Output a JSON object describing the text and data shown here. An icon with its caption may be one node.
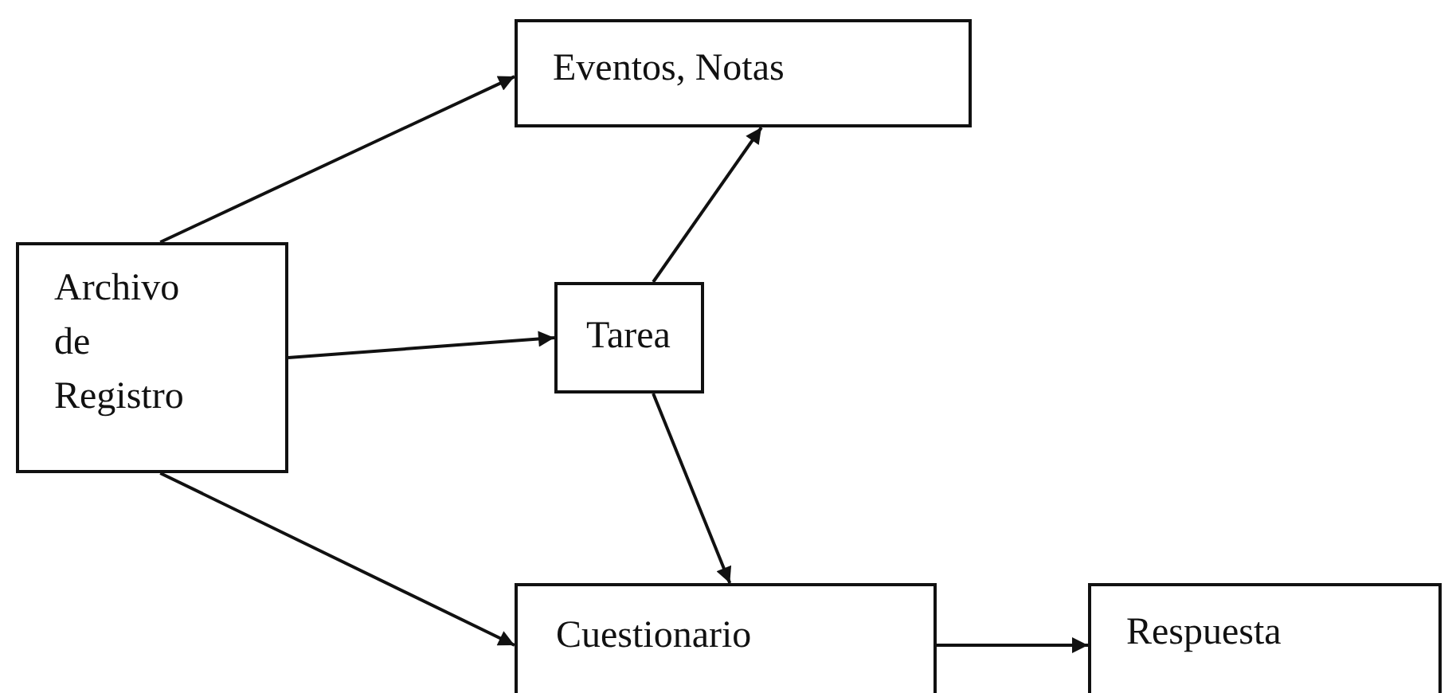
{
  "diagram": {
    "nodes": [
      {
        "text": [
          "Archivo de Registro"
        ]
      },
      {
        "text": [
          "Eventos, Notas"
        ]
      },
      {
        "text": [
          "Tarea"
        ]
      },
      {
        "text": [
          "Cuestionario"
        ]
      },
      {
        "text": [
          "Respuesta"
        ]
      }
    ],
    "edges": [
      {
        "from": 0,
        "to": 1,
        "arrow": "to"
      },
      {
        "from": 0,
        "to": 2,
        "arrow": "to"
      },
      {
        "from": 0,
        "to": 3,
        "arrow": "to"
      },
      {
        "from": 2,
        "to": 1,
        "arrow": "to"
      },
      {
        "from": 2,
        "to": 3,
        "arrow": "to"
      },
      {
        "from": 3,
        "to": 4,
        "arrow": "to"
      }
    ]
  }
}
